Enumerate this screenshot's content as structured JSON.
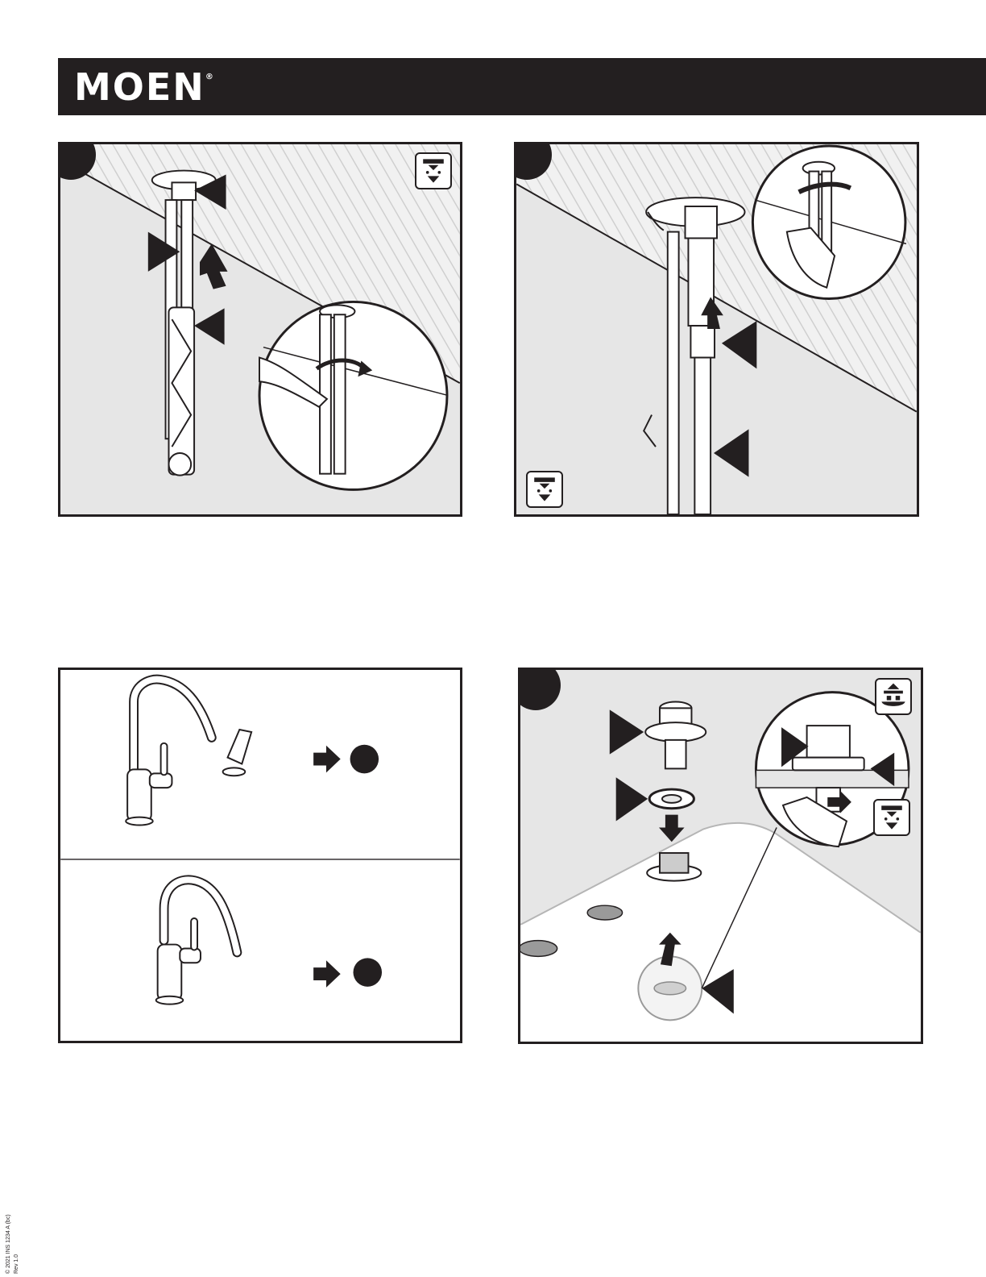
{
  "header": {
    "brand": "MOEN",
    "registered_mark": "®"
  },
  "colors": {
    "ink": "#231f20",
    "panel_fill": "#e6e6e6",
    "wall_hatch": "#d4d4d4",
    "white": "#ffffff"
  },
  "icons": {
    "shutoff_down": "water-shutoff-down-icon",
    "install_up": "install-up-icon"
  },
  "footer": {
    "doc_code_line1": "© 2021   INS 1234   A (bc)",
    "doc_code_line2": "Rev 1.0"
  }
}
